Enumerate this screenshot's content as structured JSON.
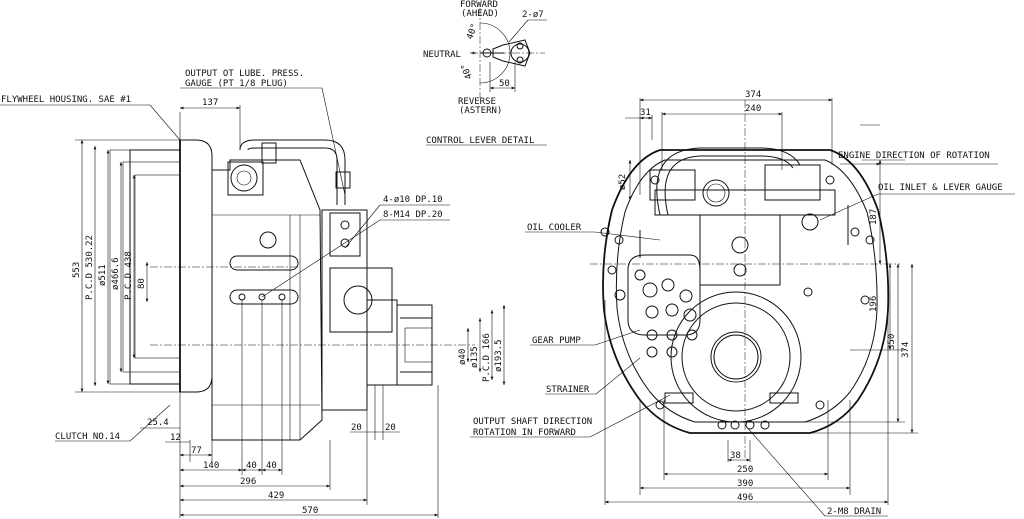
{
  "control_lever": {
    "title": "CONTROL LEVER DETAIL",
    "forward": "FORWARD",
    "ahead": "(AHEAD)",
    "neutral": "NEUTRAL",
    "reverse": "REVERSE",
    "astern": "(ASTERN)",
    "holes": "2-ø7",
    "angle_top": "40°",
    "angle_bottom": "40°",
    "dim_50": "50"
  },
  "side_view": {
    "flywheel": "FLYWHEEL HOUSING. SAE #1",
    "output_lube_1": "OUTPUT OT LUBE. PRESS.",
    "output_lube_2": "GAUGE (PT 1/8 PLUG)",
    "bolt_a": "4-ø10 DP.10",
    "bolt_b": "8-M14 DP.20",
    "clutch": "CLUTCH NO.14",
    "dims": {
      "d137": "137",
      "d553": "553",
      "pcd530": "P.C.D 530.22",
      "d511": "ø511",
      "d466": "ø466.6",
      "pcd438": "P.C.D 438",
      "d80": "80",
      "d25": "25.4",
      "d12": "12",
      "d77": "77",
      "d140": "140",
      "d40a": "40",
      "d40b": "40",
      "d296": "296",
      "d429": "429",
      "d570": "570",
      "d20a": "20",
      "d20b": "20",
      "d40dia": "ø40",
      "d135": "ø135",
      "pcd166": "P.C.D 166",
      "d193": "ø193.5"
    }
  },
  "front_view": {
    "engine_dir": "ENGINE DIRECTION OF ROTATION",
    "oil_inlet": "OIL INLET & LEVER GAUGE",
    "oil_cooler": "OIL COOLER",
    "gear_pump": "GEAR PUMP",
    "strainer": "STRAINER",
    "output_dir_1": "OUTPUT SHAFT DIRECTION",
    "output_dir_2": "ROTATION IN FORWARD",
    "drain": "2-M8 DRAIN",
    "dims": {
      "d374top": "374",
      "d240": "240",
      "d31": "31",
      "d52": "ø52",
      "d187": "187",
      "d196": "196",
      "d350": "350",
      "d374r": "374",
      "d38": "38",
      "d250": "250",
      "d390": "390",
      "d496": "496"
    }
  }
}
